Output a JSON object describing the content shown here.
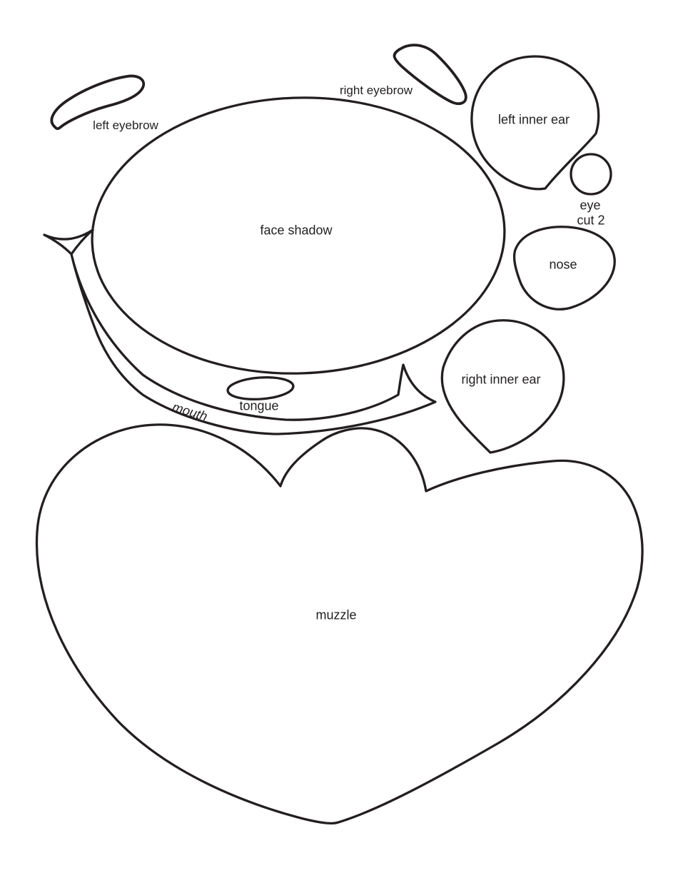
{
  "pieces": [
    {
      "id": "left-eyebrow",
      "label": "left eyebrow"
    },
    {
      "id": "right-eyebrow",
      "label": "right eyebrow"
    },
    {
      "id": "left-inner-ear",
      "label": "left inner ear"
    },
    {
      "id": "eye",
      "label": "eye",
      "note": "cut 2"
    },
    {
      "id": "face-shadow",
      "label": "face shadow"
    },
    {
      "id": "nose",
      "label": "nose"
    },
    {
      "id": "mouth",
      "label": "mouth"
    },
    {
      "id": "tongue",
      "label": "tongue"
    },
    {
      "id": "right-inner-ear",
      "label": "right inner ear"
    },
    {
      "id": "muzzle",
      "label": "muzzle"
    }
  ],
  "colors": {
    "line": "#231f20",
    "text": "#231f20",
    "background": "#ffffff"
  }
}
